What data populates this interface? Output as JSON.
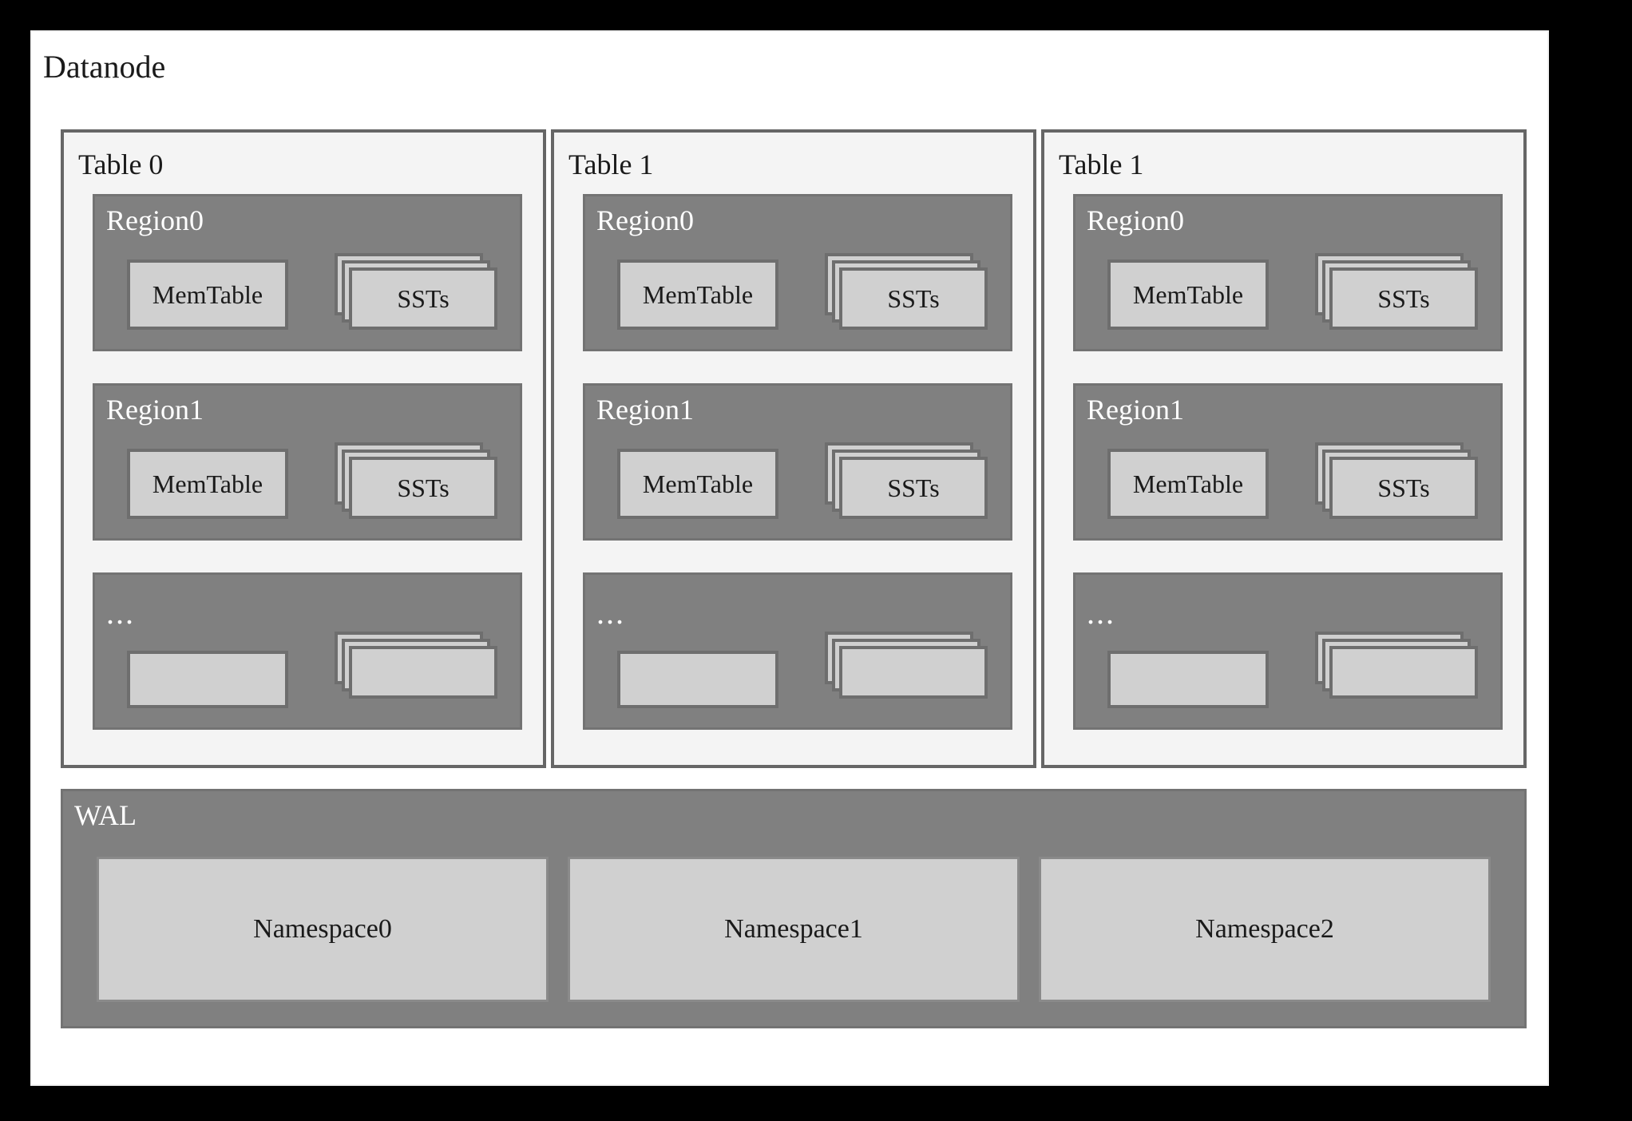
{
  "page": {
    "background_color": "#000000",
    "panel_background": "#ffffff"
  },
  "datanode": {
    "title": "Datanode"
  },
  "colors": {
    "table_panel_fill": "#f4f4f4",
    "table_panel_border": "#666666",
    "region_fill": "#808080",
    "region_border": "#737373",
    "box_fill": "#d0d0d0",
    "box_border": "#6e6e6e",
    "label_dark": "#1a1a1a",
    "label_light": "#ffffff"
  },
  "tables": [
    {
      "label": "Table 0",
      "regions": [
        {
          "label": "Region0",
          "is_ellipsis": false,
          "memtable": "MemTable",
          "sst": "SSTs"
        },
        {
          "label": "Region1",
          "is_ellipsis": false,
          "memtable": "MemTable",
          "sst": "SSTs"
        },
        {
          "label": "...",
          "is_ellipsis": true,
          "memtable": "",
          "sst": ""
        }
      ]
    },
    {
      "label": "Table 1",
      "regions": [
        {
          "label": "Region0",
          "is_ellipsis": false,
          "memtable": "MemTable",
          "sst": "SSTs"
        },
        {
          "label": "Region1",
          "is_ellipsis": false,
          "memtable": "MemTable",
          "sst": "SSTs"
        },
        {
          "label": "...",
          "is_ellipsis": true,
          "memtable": "",
          "sst": ""
        }
      ]
    },
    {
      "label": "Table 1",
      "regions": [
        {
          "label": "Region0",
          "is_ellipsis": false,
          "memtable": "MemTable",
          "sst": "SSTs"
        },
        {
          "label": "Region1",
          "is_ellipsis": false,
          "memtable": "MemTable",
          "sst": "SSTs"
        },
        {
          "label": "...",
          "is_ellipsis": true,
          "memtable": "",
          "sst": ""
        }
      ]
    }
  ],
  "wal": {
    "label": "WAL",
    "namespaces": [
      {
        "label": "Namespace0"
      },
      {
        "label": "Namespace1"
      },
      {
        "label": "Namespace2"
      }
    ]
  }
}
